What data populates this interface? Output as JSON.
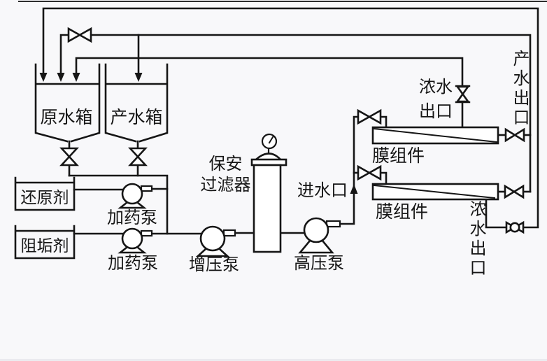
{
  "diagram": {
    "description": "reverse-osmosis water treatment process flow diagram",
    "colors": {
      "background": "#f8f8fa",
      "line": "#161616"
    },
    "labels": {
      "raw_tank": "原水箱",
      "product_tank": "产水箱",
      "reducing_agent": "还原剂",
      "antiscalant": "阻垢剂",
      "dosing_pump_1": "加药泵",
      "dosing_pump_2": "加药泵",
      "booster_pump": "增压泵",
      "security_filter": "保安\n过滤器",
      "high_pressure_pump": "高压泵",
      "water_inlet": "进水口",
      "membrane_module_1": "膜组件",
      "membrane_module_2": "膜组件",
      "concentrate_outlet_1": "浓水\n出口",
      "product_water_outlet": "产水出口",
      "concentrate_outlet_2": "浓水出口"
    }
  }
}
